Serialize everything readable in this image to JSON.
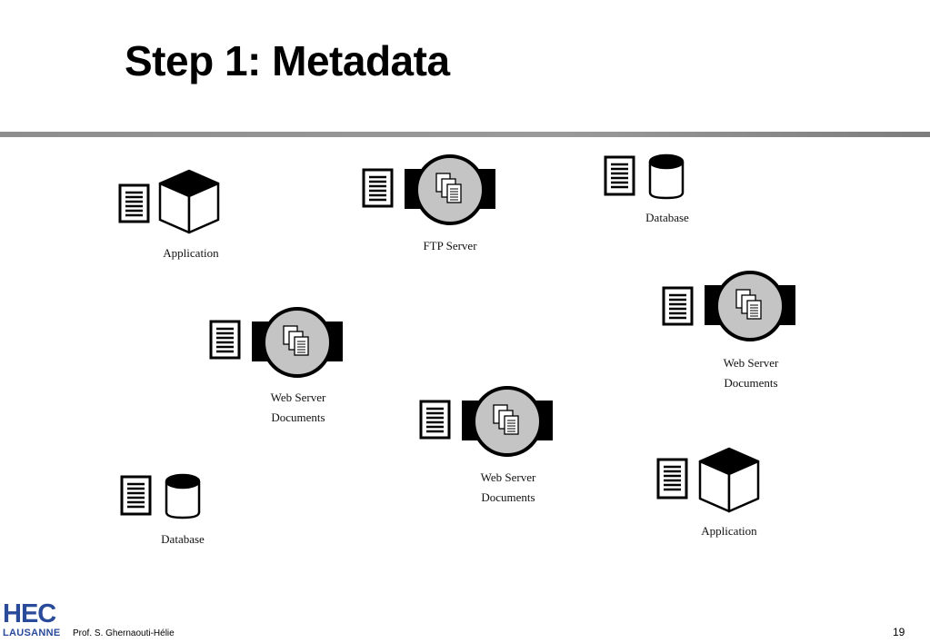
{
  "slide": {
    "title": "Step 1: Metadata",
    "page_number": "19",
    "footer_author": "Prof. S. Ghernaouti-Hélie",
    "logo": {
      "line1": "HEC",
      "line2": "LAUSANNE"
    }
  },
  "nodes": [
    {
      "id": "app1",
      "type": "application",
      "label_lines": [
        "Application"
      ]
    },
    {
      "id": "ftp",
      "type": "server",
      "label_lines": [
        "FTP Server"
      ]
    },
    {
      "id": "db1",
      "type": "database",
      "label_lines": [
        "Database"
      ]
    },
    {
      "id": "web1",
      "type": "server",
      "label_lines": [
        "Web Server",
        "Documents"
      ]
    },
    {
      "id": "web2",
      "type": "server",
      "label_lines": [
        "Web Server",
        "Documents"
      ]
    },
    {
      "id": "web3",
      "type": "server",
      "label_lines": [
        "Web Server",
        "Documents"
      ]
    },
    {
      "id": "db2",
      "type": "database",
      "label_lines": [
        "Database"
      ]
    },
    {
      "id": "app2",
      "type": "application",
      "label_lines": [
        "Application"
      ]
    }
  ],
  "colors": {
    "server_gray": "#c4c4c4",
    "rule_gray": "#8e8e8e",
    "logo_blue": "#2a4a9a"
  },
  "icons": {
    "metadata": "document-icon",
    "application": "cube-icon",
    "server": "server-icon",
    "database": "cylinder-icon"
  }
}
